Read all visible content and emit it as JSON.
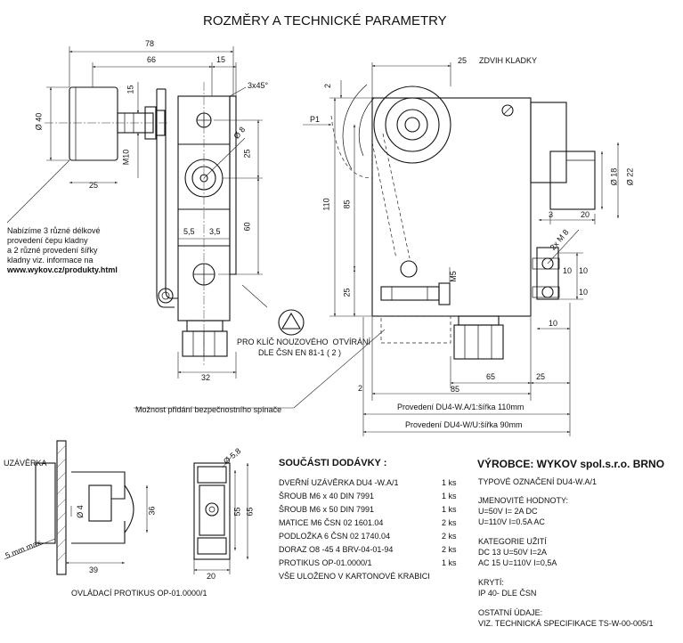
{
  "title": "ROZMĚRY A TECHNICKÉ PARAMETRY",
  "dims": {
    "d78": "78",
    "d66": "66",
    "d15a": "15",
    "d15b": "15",
    "d3x45": "3x45°",
    "d40": "Ø 40",
    "dM10": "M10",
    "d25a": "25",
    "d8": "Ø 8",
    "d25b": "25",
    "d60": "60",
    "d55": "5,5",
    "d35": "3,5",
    "d32": "32",
    "d25zdvih": "25",
    "zdvih": "ZDVIH KLADKY",
    "d2a": "2",
    "p1": "P1",
    "d110": "110",
    "d85v": "85",
    "d25c": "25",
    "dM5": "M5",
    "d18": "Ø 18",
    "d22": "Ø 22",
    "d3": "3",
    "d20a": "20",
    "d2xm8": "2x M 8",
    "d10a": "10",
    "d10b": "10",
    "d10c": "10",
    "d10d": "10",
    "d2b": "2",
    "d85h": "85",
    "d65a": "65",
    "d25d": "25",
    "d58": "Ø 5,8",
    "d36": "36",
    "d55b": "55",
    "d65b": "65",
    "d20b": "20",
    "d39": "39",
    "d4": "Ø 4",
    "d5mm": "5 mm max."
  },
  "notes": {
    "kladka": [
      "Nabízíme 3 různé délkové",
      "provedení čepu kladny",
      "a 2 různé provedení šířky",
      "kladny viz. informace na"
    ],
    "url": "www.wykov.cz/produkty.html",
    "klic": [
      "PRO KLÍČ NOUZOVÉHO  OTVÍRÁNÍ",
      "DLE ČSN EN 81-1 ( 2 )"
    ],
    "spinac": "Možnost přidání bezpečnostního spínače",
    "prov110": "Provedení DU4-W.A/1:šířka 110mm",
    "prov90": "Provedení DU4-W/U:šířka 90mm",
    "uzaverka": "UZÁVĚRKA",
    "protikus": "OVLÁDACÍ PROTIKUS OP-01.0000/1"
  },
  "parts": {
    "heading": "SOUČÁSTI DODÁVKY :",
    "items": [
      {
        "name": "DVEŘNÍ  UZÁVĚRKA DU4 -W.A/1",
        "qty": "1 ks"
      },
      {
        "name": "ŠROUB M6 x 40 DIN 7991",
        "qty": "1 ks"
      },
      {
        "name": "ŠROUB M6 x 50 DIN 7991",
        "qty": "1 ks"
      },
      {
        "name": "MATICE M6 ČSN 02 1601.04",
        "qty": "2 ks"
      },
      {
        "name": "PODLOŽKA 6 ČSN 02 1740.04",
        "qty": "2 ks"
      },
      {
        "name": "DORAZ O8 -45 4 BRV-04-01-94",
        "qty": "2 ks"
      },
      {
        "name": "PROTIKUS OP-01.0000/1",
        "qty": "1 ks"
      }
    ],
    "footer": "VŠE ULOŽENO V KARTONOVÉ KRABICI"
  },
  "maker": {
    "name": "VÝROBCE: WYKOV spol.s.r.o. BRNO",
    "typ": "TYPOVÉ OZNAČENÍ    DU4-W.A/1",
    "hodnoty_h": "JMENOVITÉ HODNOTY:",
    "hodnoty": [
      "U=50V   I= 2A   DC",
      "U=110V   I=0.5A   AC"
    ],
    "kategorie_h": "KATEGORIE UŽITÍ",
    "kategorie": [
      "DC 13  U=50V   I=2A",
      "AC 15  U=110V   I=0,5A"
    ],
    "kryti_h": "KRYTÍ:",
    "kryti": "IP 40- DLE ČSN",
    "ostatni_h": "OSTATNÍ ÚDAJE:",
    "ostatni": "VIZ. TECHNICKÁ SPECIFIKACE TS-W-00-005/1"
  }
}
